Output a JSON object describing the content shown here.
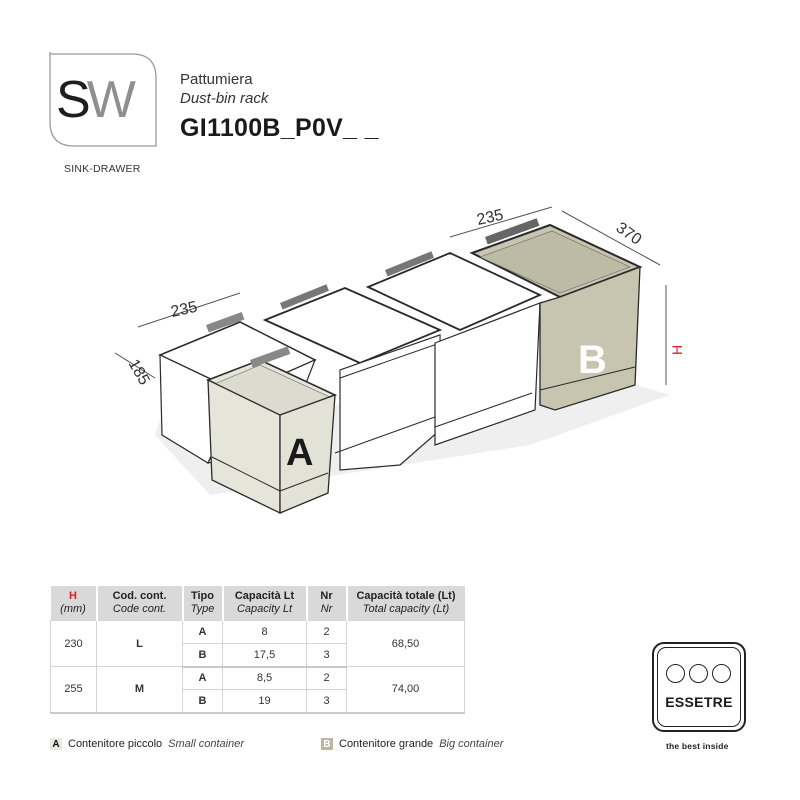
{
  "brand": {
    "logo_s": "S",
    "logo_w": "W",
    "sub_label": "SINK-DRAWER"
  },
  "product": {
    "name_it": "Pattumiera",
    "name_en": "Dust-bin rack",
    "code": "GI1100B_P0V_ _"
  },
  "drawing": {
    "dim_small_width": "235",
    "dim_small_depth": "185",
    "dim_big_width": "235",
    "dim_big_depth": "370",
    "dim_height": "H",
    "label_a": "A",
    "label_b": "B",
    "colors": {
      "container_a": "#e6e5da",
      "container_b": "#c7c4b0",
      "container_white": "#ffffff",
      "outline": "#2a2a2a",
      "dimension_line": "#555555",
      "height_label": "#e02020"
    }
  },
  "table": {
    "headers": [
      {
        "it": "H",
        "en": "(mm)"
      },
      {
        "it": "Cod. cont.",
        "en": "Code cont."
      },
      {
        "it": "Tipo",
        "en": "Type"
      },
      {
        "it": "Capacità Lt",
        "en": "Capacity Lt"
      },
      {
        "it": "Nr",
        "en": "Nr"
      },
      {
        "it": "Capacità totale (Lt)",
        "en": "Total capacity (Lt)"
      }
    ],
    "groups": [
      {
        "h": "230",
        "code": "L",
        "total": "68,50",
        "rows": [
          {
            "type": "A",
            "capacity": "8",
            "nr": "2"
          },
          {
            "type": "B",
            "capacity": "17,5",
            "nr": "3"
          }
        ]
      },
      {
        "h": "255",
        "code": "M",
        "total": "74,00",
        "rows": [
          {
            "type": "A",
            "capacity": "8,5",
            "nr": "2"
          },
          {
            "type": "B",
            "capacity": "19",
            "nr": "3"
          }
        ]
      }
    ]
  },
  "legend": {
    "a": {
      "badge": "A",
      "it": "Contenitore piccolo",
      "en": "Small container"
    },
    "b": {
      "badge": "B",
      "it": "Contenitore grande",
      "en": "Big container"
    }
  },
  "manufacturer": {
    "name": "ESSETRE",
    "tagline": "the best inside"
  }
}
